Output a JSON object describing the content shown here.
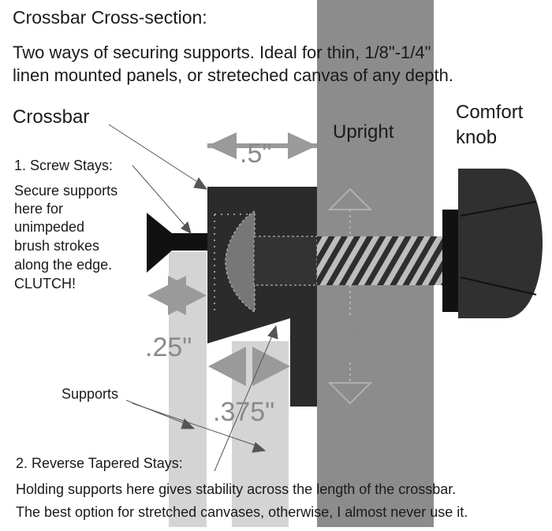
{
  "title": "Crossbar Cross-section:",
  "intro": [
    "Two ways of securing supports. Ideal for thin, 1/8\"-1/4\"",
    "linen mounted panels, or streteched canvas of any depth."
  ],
  "labels": {
    "crossbar": "Crossbar",
    "upright": "Upright",
    "comfort_knob": [
      "Comfort",
      "knob"
    ],
    "supports": "Supports"
  },
  "screw_stays": {
    "heading": "1. Screw Stays:",
    "text": [
      "Secure supports",
      "here for",
      "unimpeded",
      "brush strokes",
      "along the edge.",
      "CLUTCH!"
    ]
  },
  "reverse_tapered_stays": {
    "heading": "2. Reverse Tapered Stays:",
    "text": [
      "Holding supports here gives stability across the length of the crossbar.",
      "The best option for stretched canvases, otherwise, I almost never use it."
    ]
  },
  "dimensions": {
    "top_width": ".5\"",
    "left_width": ".25\"",
    "height": "1\"",
    "slot_width": ".375\""
  },
  "colors": {
    "upright": "#8c8c8c",
    "support": "#d4d4d4",
    "crossbar": "#2b2b2b",
    "arrow": "#9a9a9a",
    "text": "#1a1a1a"
  }
}
